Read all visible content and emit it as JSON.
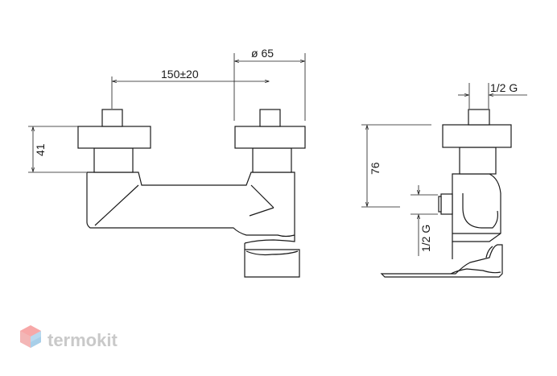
{
  "dimensions": {
    "diameter": "ø 65",
    "spacing": "150±20",
    "height_front": "41",
    "height_side": "76",
    "thread_top": "1/2 G",
    "thread_side": "1/2 G"
  },
  "logo": {
    "text": "termokit"
  }
}
